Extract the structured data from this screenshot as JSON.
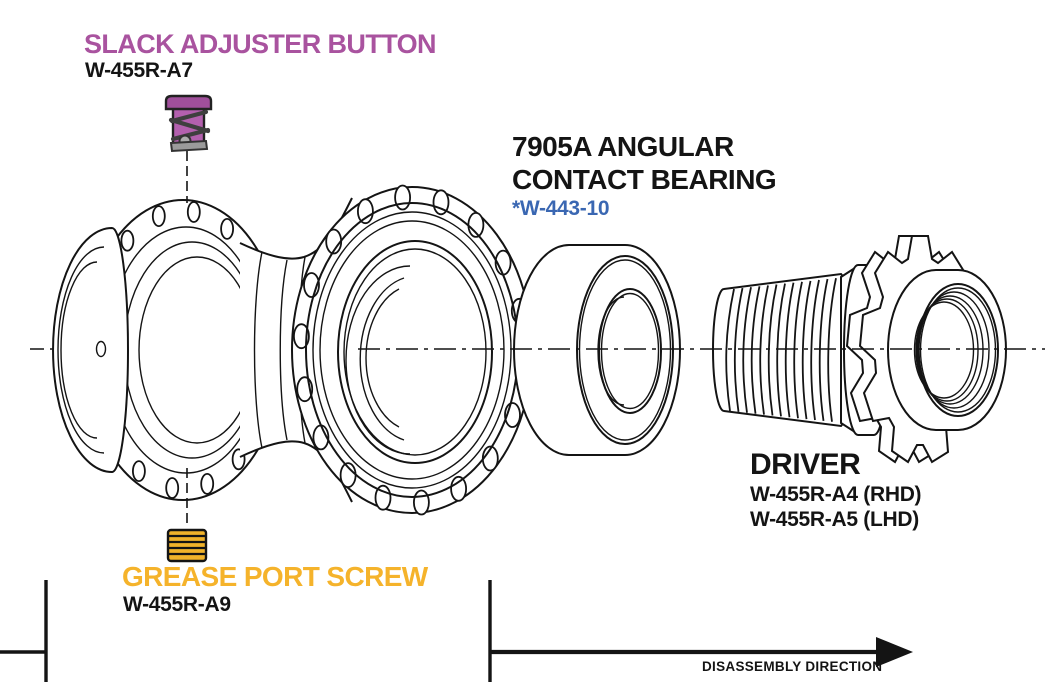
{
  "diagram": {
    "background": "#ffffff",
    "line_color": "#141414",
    "labels": {
      "slack_adjuster": {
        "title": "SLACK ADJUSTER BUTTON",
        "title_color": "#a9539f",
        "part_number": "W-455R-A7"
      },
      "bearing": {
        "title_line1": "7905A ANGULAR",
        "title_line2": "CONTACT BEARING",
        "part_number": "*W-443-10",
        "part_number_color": "#3a67b2"
      },
      "driver": {
        "title": "DRIVER",
        "part_number_rhd": "W-455R-A4 (RHD)",
        "part_number_lhd": "W-455R-A5 (LHD)"
      },
      "grease_port": {
        "title": "GREASE PORT SCREW",
        "title_color": "#f5b32b",
        "part_number": "W-455R-A9"
      }
    },
    "direction_label": "DISASSEMBLY DIRECTION",
    "parts_colors": {
      "slack_adjuster_button_body": "#b360ae",
      "slack_adjuster_button_cap": "#a04f9b",
      "slack_adjuster_spring": "#3f3f3f",
      "grease_port_screw": "#f0b22a"
    }
  }
}
